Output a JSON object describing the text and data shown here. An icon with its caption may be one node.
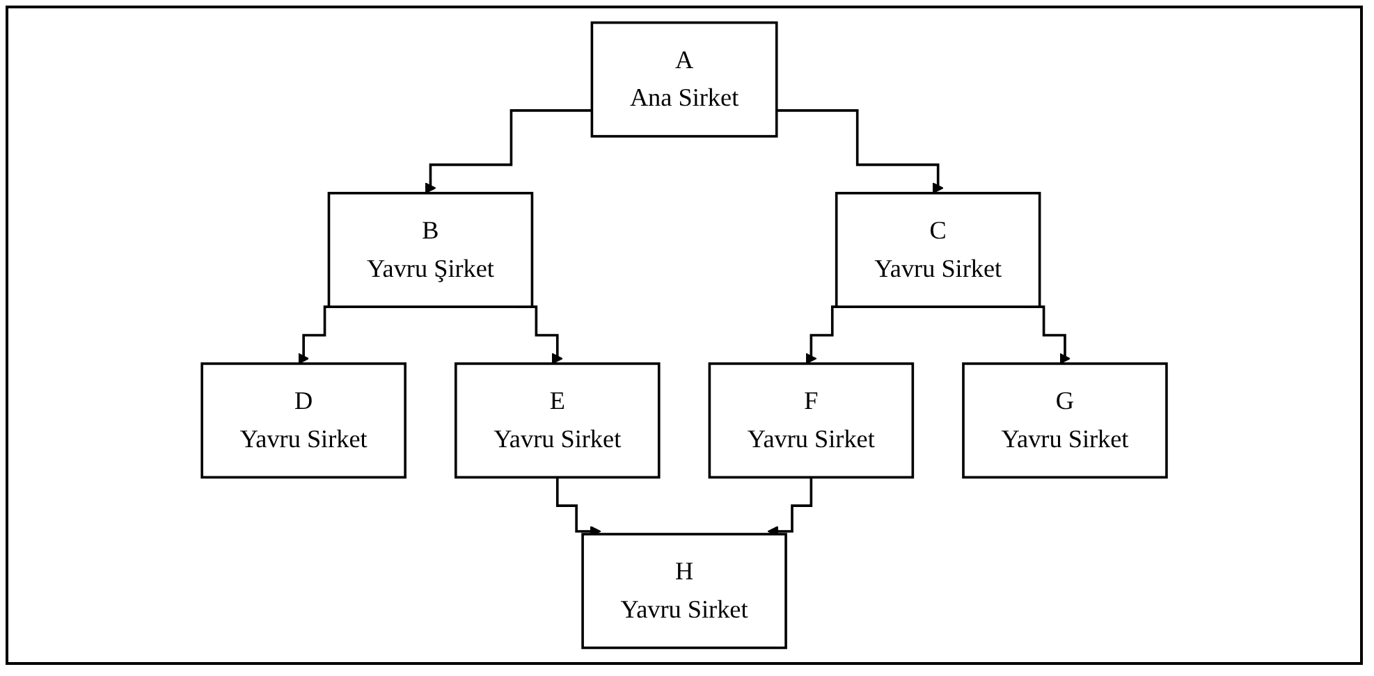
{
  "diagram": {
    "nodes": [
      {
        "text": [
          "A",
          "Ana Sirket"
        ]
      },
      {
        "text": [
          "B",
          "Yavru Şirket"
        ]
      },
      {
        "text": [
          "C",
          "Yavru Sirket"
        ]
      },
      {
        "text": [
          "D",
          "Yavru Sirket"
        ]
      },
      {
        "text": [
          "E",
          "Yavru Sirket"
        ]
      },
      {
        "text": [
          "F",
          "Yavru Sirket"
        ]
      },
      {
        "text": [
          "G",
          "Yavru Sirket"
        ]
      },
      {
        "text": [
          "H",
          "Yavru Sirket"
        ]
      }
    ],
    "edges": [
      {
        "from": 0,
        "to": 1,
        "arrow": "to"
      },
      {
        "from": 0,
        "to": 2,
        "arrow": "to"
      },
      {
        "from": 1,
        "to": 3,
        "arrow": "to"
      },
      {
        "from": 1,
        "to": 4,
        "arrow": "to"
      },
      {
        "from": 2,
        "to": 5,
        "arrow": "to"
      },
      {
        "from": 2,
        "to": 6,
        "arrow": "to"
      },
      {
        "from": 4,
        "to": 7,
        "arrow": "to"
      },
      {
        "from": 5,
        "to": 7,
        "arrow": "to"
      }
    ]
  }
}
